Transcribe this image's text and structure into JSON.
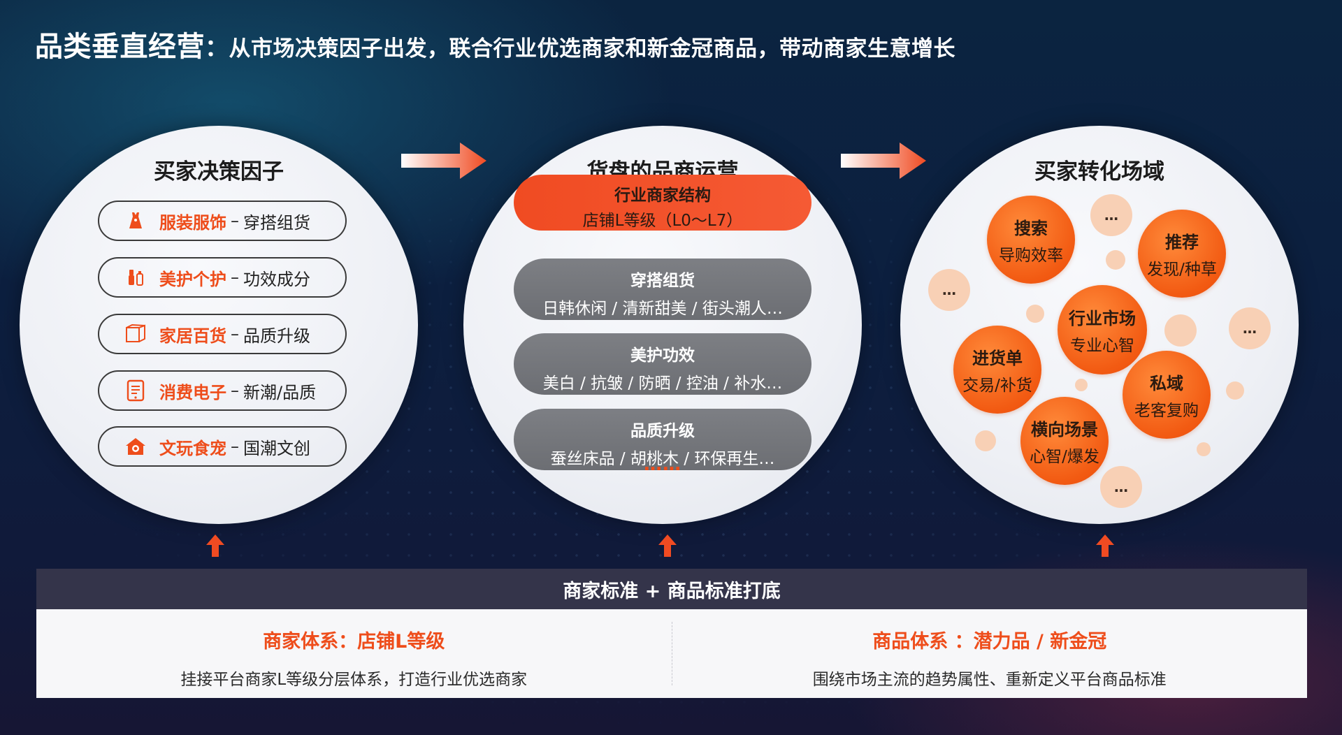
{
  "header": {
    "title_main": "品类垂直经营",
    "title_sep": "：",
    "title_sub": "从市场决策因子出发，联合行业优选商家和新金冠商品，带动商家生意增长"
  },
  "left_circle": {
    "title": "买家决策因子",
    "items": [
      {
        "icon": "dress-icon",
        "category": "服装服饰",
        "dash": "–",
        "value": "穿搭组货"
      },
      {
        "icon": "cosmetics-icon",
        "category": "美护个护",
        "dash": "–",
        "value": "功效成分"
      },
      {
        "icon": "box-icon",
        "category": "家居百货",
        "dash": "–",
        "value": "品质升级"
      },
      {
        "icon": "tablet-icon",
        "category": "消费电子",
        "dash": "–",
        "value": "新潮/品质"
      },
      {
        "icon": "pet-house-icon",
        "category": "文玩食宠",
        "dash": "–",
        "value": "国潮文创"
      }
    ]
  },
  "middle_circle": {
    "title": "货盘的品商运营",
    "blocks": [
      {
        "heading": "行业商家结构",
        "sub": "店铺L等级（L0～L7）",
        "style": "orange"
      },
      {
        "heading": "穿搭组货",
        "sub": "日韩休闲 / 清新甜美 / 街头潮人…",
        "style": "gray"
      },
      {
        "heading": "美护功效",
        "sub": "美白 / 抗皱 / 防晒 / 控油 / 补水…",
        "style": "gray"
      },
      {
        "heading": "品质升级",
        "sub": "蚕丝床品 / 胡桃木 / 环保再生…",
        "style": "gray"
      }
    ],
    "ellipsis": "……"
  },
  "right_circle": {
    "title": "买家转化场域",
    "bubbles": [
      {
        "heading": "搜索",
        "sub": "导购效率"
      },
      {
        "heading": "推荐",
        "sub": "发现/种草"
      },
      {
        "heading": "行业市场",
        "sub": "专业心智"
      },
      {
        "heading": "进货单",
        "sub": "交易/补货"
      },
      {
        "heading": "私域",
        "sub": "老客复购"
      },
      {
        "heading": "横向场景",
        "sub": "心智/爆发"
      }
    ],
    "placeholder": "…"
  },
  "bottom": {
    "header": "商家标准 + 商品标准打底",
    "left": {
      "heading": "商家体系：店铺L等级",
      "sub": "挂接平台商家L等级分层体系，打造行业优选商家"
    },
    "right": {
      "heading": "商品体系 ：潜力品 / 新金冠",
      "sub": "围绕市场主流的趋势属性、重新定义平台商品标准"
    }
  },
  "colors": {
    "accent": "#ee4d1b",
    "orange_fill": "#f25a12",
    "peach": "#f8d0b5",
    "gray_pill": "#75777c",
    "dark_bar": "#34344a",
    "background": "#0c1f3f"
  }
}
